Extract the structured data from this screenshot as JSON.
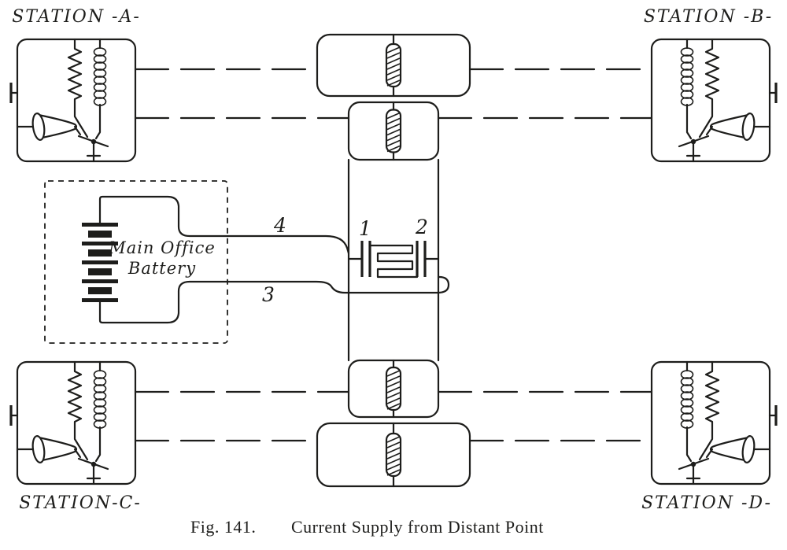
{
  "ink_color": "#1d1d1b",
  "paper_color": "#ffffff",
  "figure": {
    "stations": {
      "a": "STATION -A-",
      "b": "STATION -B-",
      "c": "STATION-C-",
      "d": "STATION -D-"
    },
    "battery": {
      "line1": "Main Office",
      "line2": "Battery"
    },
    "labels": {
      "n1": "1",
      "n2": "2",
      "n3": "3",
      "n4": "4"
    },
    "caption": {
      "fig": "Fig. 141.",
      "title": "Current Supply from Distant Point"
    }
  }
}
